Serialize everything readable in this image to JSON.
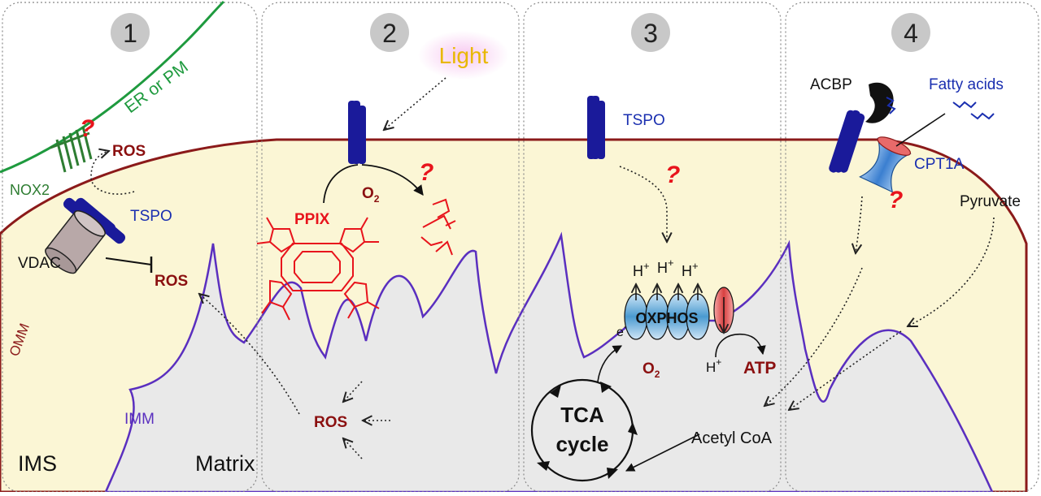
{
  "panels": [
    {
      "number": "1"
    },
    {
      "number": "2"
    },
    {
      "number": "3"
    },
    {
      "number": "4"
    }
  ],
  "labels": {
    "er_or_pm": "ER or PM",
    "nox2": "NOX2",
    "ros": "ROS",
    "tspo": "TSPO",
    "vdac": "VDAC",
    "omm": "OMM",
    "imm": "IMM",
    "ims": "IMS",
    "matrix": "Matrix",
    "light": "Light",
    "ppix": "PPIX",
    "o2_main": "O",
    "o2_sub": "2",
    "question": "?",
    "h_plus": "H",
    "plus": "+",
    "oxphos": "OXPHOS",
    "electron": "e",
    "minus": "-",
    "atp": "ATP",
    "tca_line1": "TCA",
    "tca_line2": "cycle",
    "acetyl_coa": "Acetyl CoA",
    "acbp": "ACBP",
    "fatty_acids": "Fatty acids",
    "cpt1a": "CPT1A",
    "pyruvate": "Pyruvate"
  },
  "colors": {
    "ros_red": "#8b1010",
    "question_red": "#e8141c",
    "protein_blue": "#1a1a9a",
    "label_blue": "#1a2fb0",
    "er_green": "#1e9a3e",
    "nox_green": "#2e7d32",
    "omm_red": "#8b1a1a",
    "imm_purple": "#5a2fbf",
    "ims_fill": "#fbf6d5",
    "matrix_fill": "#e9e9e9",
    "light_yellow": "#e8b800",
    "ppix_red": "#e8141c",
    "cpt1a_blue": "#3b7fd0"
  }
}
